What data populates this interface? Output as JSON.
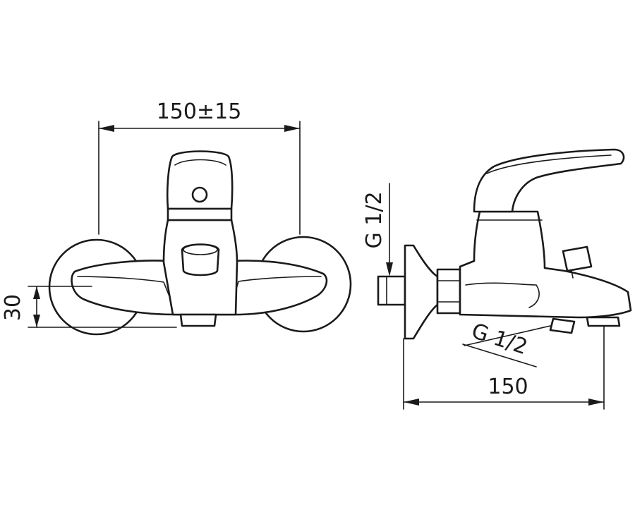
{
  "diagram": {
    "front_view": {
      "width_dimension": "150±15",
      "height_dimension": "30"
    },
    "side_view": {
      "inlet_thread": "G 1/2",
      "outlet_thread": "G 1/2",
      "depth_dimension": "150"
    },
    "colors": {
      "line": "#1a1a1a",
      "background": "#ffffff"
    }
  }
}
